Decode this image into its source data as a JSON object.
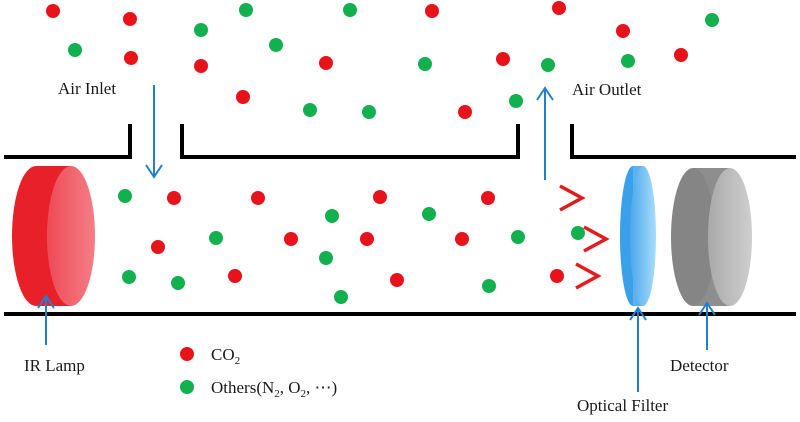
{
  "labels": {
    "air_inlet": "Air Inlet",
    "air_outlet": "Air Outlet",
    "ir_lamp": "IR Lamp",
    "optical_filter": "Optical Filter",
    "detector": "Detector"
  },
  "legend": {
    "co2": {
      "main": "CO",
      "sub": "2"
    },
    "others": {
      "prefix": "Others(N",
      "sub1": "2",
      "mid": ",  O",
      "sub2": "2",
      "suffix": ", ⋯)"
    }
  },
  "colors": {
    "co2": "#e8121b",
    "others": "#12b04f",
    "arrow_blue": "#1f7fd0",
    "beam_red": "#e51a1a",
    "wall": "#000000",
    "lamp": "#e8202a",
    "filter": "#5ab3f0",
    "detector": "#8e8e8e"
  }
}
